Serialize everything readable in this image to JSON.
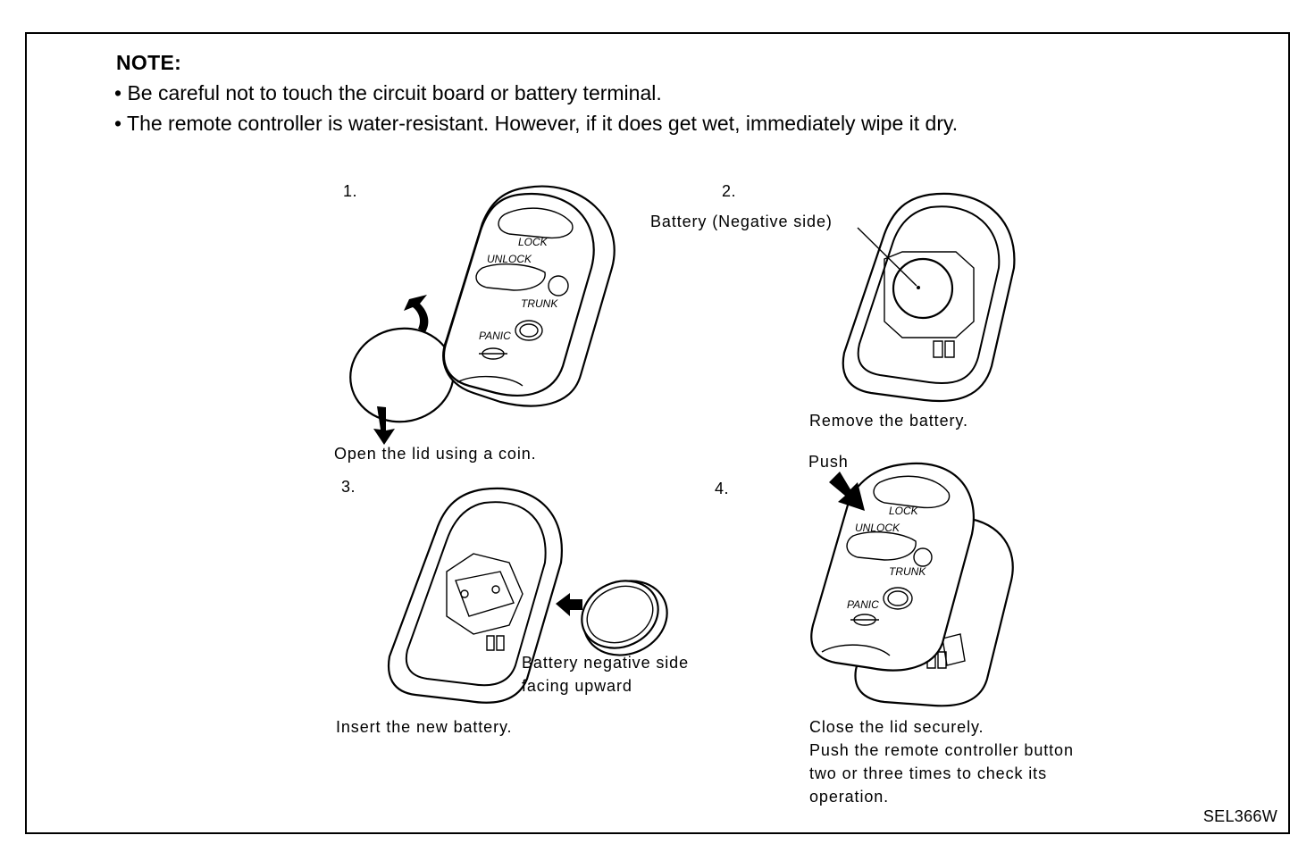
{
  "note": {
    "title": "NOTE:",
    "bullets": [
      "• Be careful not to touch the circuit board or battery terminal.",
      "• The remote controller is water-resistant. However, if it does get wet, immediately wipe it dry."
    ]
  },
  "steps": [
    {
      "number": "1.",
      "caption": "Open the lid using a coin."
    },
    {
      "number": "2.",
      "callout": "Battery (Negative side)",
      "caption": "Remove the battery."
    },
    {
      "number": "3.",
      "callout_line1": "Battery negative side",
      "callout_line2": "facing upward",
      "caption": "Insert the new battery."
    },
    {
      "number": "4.",
      "callout": "Push",
      "caption_lines": [
        "Close the lid securely.",
        "Push the remote controller button",
        "two or three times to check its",
        "operation."
      ]
    }
  ],
  "remote_buttons": {
    "lock": "LOCK",
    "unlock": "UNLOCK",
    "trunk": "TRUNK",
    "panic": "PANIC"
  },
  "figure_id": "SEL366W"
}
